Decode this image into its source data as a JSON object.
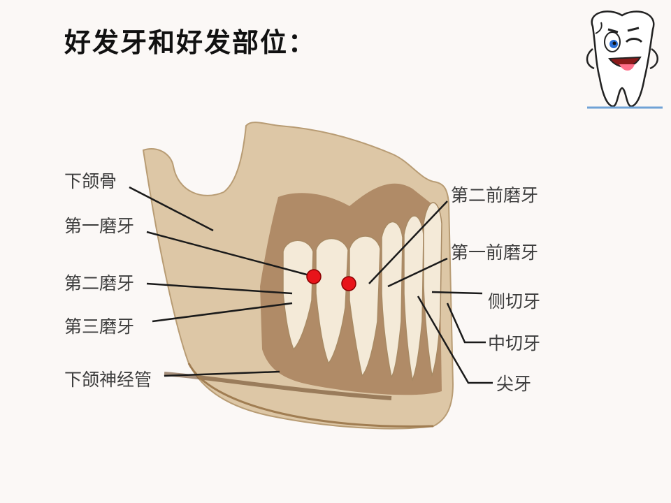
{
  "slide": {
    "title": "好发牙和好发部位："
  },
  "diagram": {
    "labels_left": {
      "mandible": "下颌骨",
      "first_molar": "第一磨牙",
      "second_molar": "第二磨牙",
      "third_molar": "第三磨牙",
      "mandibular_canal": "下颌神经管"
    },
    "labels_right": {
      "second_premolar": "第二前磨牙",
      "first_premolar": "第一前磨牙",
      "lateral_incisor": "侧切牙",
      "central_incisor": "中切牙",
      "canine": "尖牙"
    },
    "marker_color": "#e8141a",
    "bone_color": "#d9c2a0"
  },
  "mascot": {
    "icon": "tooth-mascot-icon"
  }
}
